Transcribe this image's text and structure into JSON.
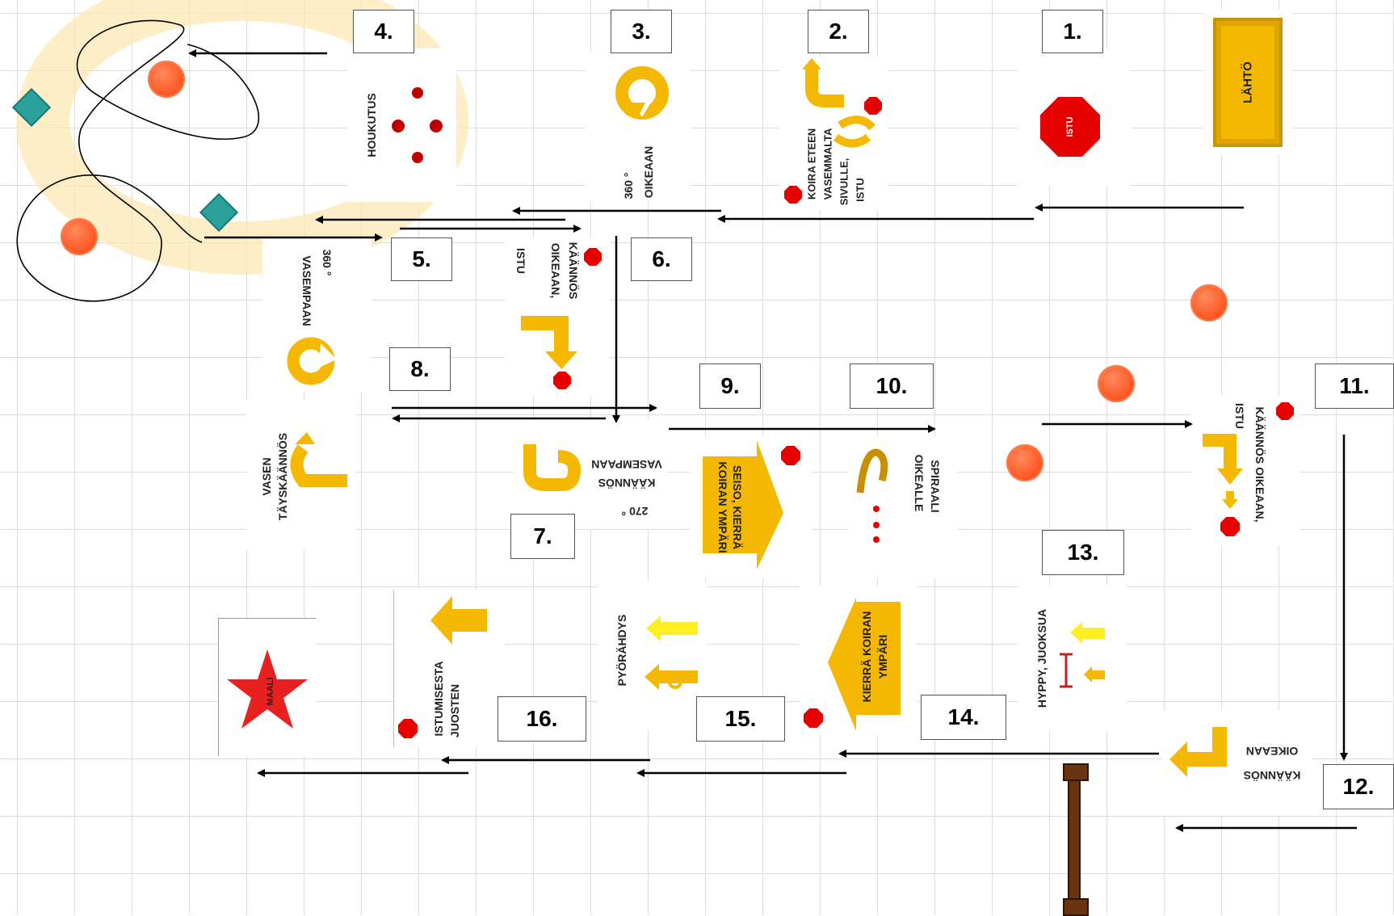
{
  "numbers": [
    "1.",
    "2.",
    "3.",
    "4.",
    "5.",
    "6.",
    "7.",
    "8.",
    "9.",
    "10.",
    "11.",
    "12.",
    "13.",
    "14.",
    "15.",
    "16."
  ],
  "start_label": "LÄHTÖ",
  "finish_label": "MAALI",
  "sign_labels": {
    "istu": "ISTU",
    "koira_eteen": [
      "KOIRA ETEEN",
      "VASEMMALTA",
      "SIVULLE,",
      "ISTU"
    ],
    "oikeaan_360": [
      "360 °",
      "OIKEAAN"
    ],
    "houkutus": "HOUKUTUS",
    "vasempaan_360": [
      "360 °",
      "VASEMPAAN"
    ],
    "kaannos_oikeaan_istu": [
      "KÄÄNNÖS",
      "OIKEAAN,",
      "ISTU"
    ],
    "vasen_tayskaannos": [
      "VASEN",
      "TÄYSKÄÄNNÖS"
    ],
    "kaannos_270": [
      "270 °",
      "KÄÄNNÖS",
      "VASEMPAAN"
    ],
    "seiso_kierra": [
      "SEISO, KIERRÄ",
      "KOIRAN YMPÄRI"
    ],
    "spiraali": [
      "SPIRAALI",
      "OIKEALLE"
    ],
    "kaannos_oikeaan_istu_11": [
      "KÄÄNNÖS OIKEAAN,",
      "ISTU"
    ],
    "kaannos_oikeaan_12": [
      "KÄÄNNÖS",
      "OIKEAAN"
    ],
    "hyppy": "HYPPY, JUOKSUA",
    "kierra_koiran": [
      "KIERRÄ KOIRAN",
      "YMPÄRI"
    ],
    "pyorahdys": "PYÖRÄHDYS",
    "istumisesta": [
      "ISTUMISESTA",
      "JUOSTEN"
    ]
  },
  "colors": {
    "sign_yellow": "#f5b800",
    "stop_red": "#e60000",
    "cone_orange": "#ff5a28",
    "marker_teal": "#2aa29b",
    "jump_brown": "#6b3410"
  }
}
